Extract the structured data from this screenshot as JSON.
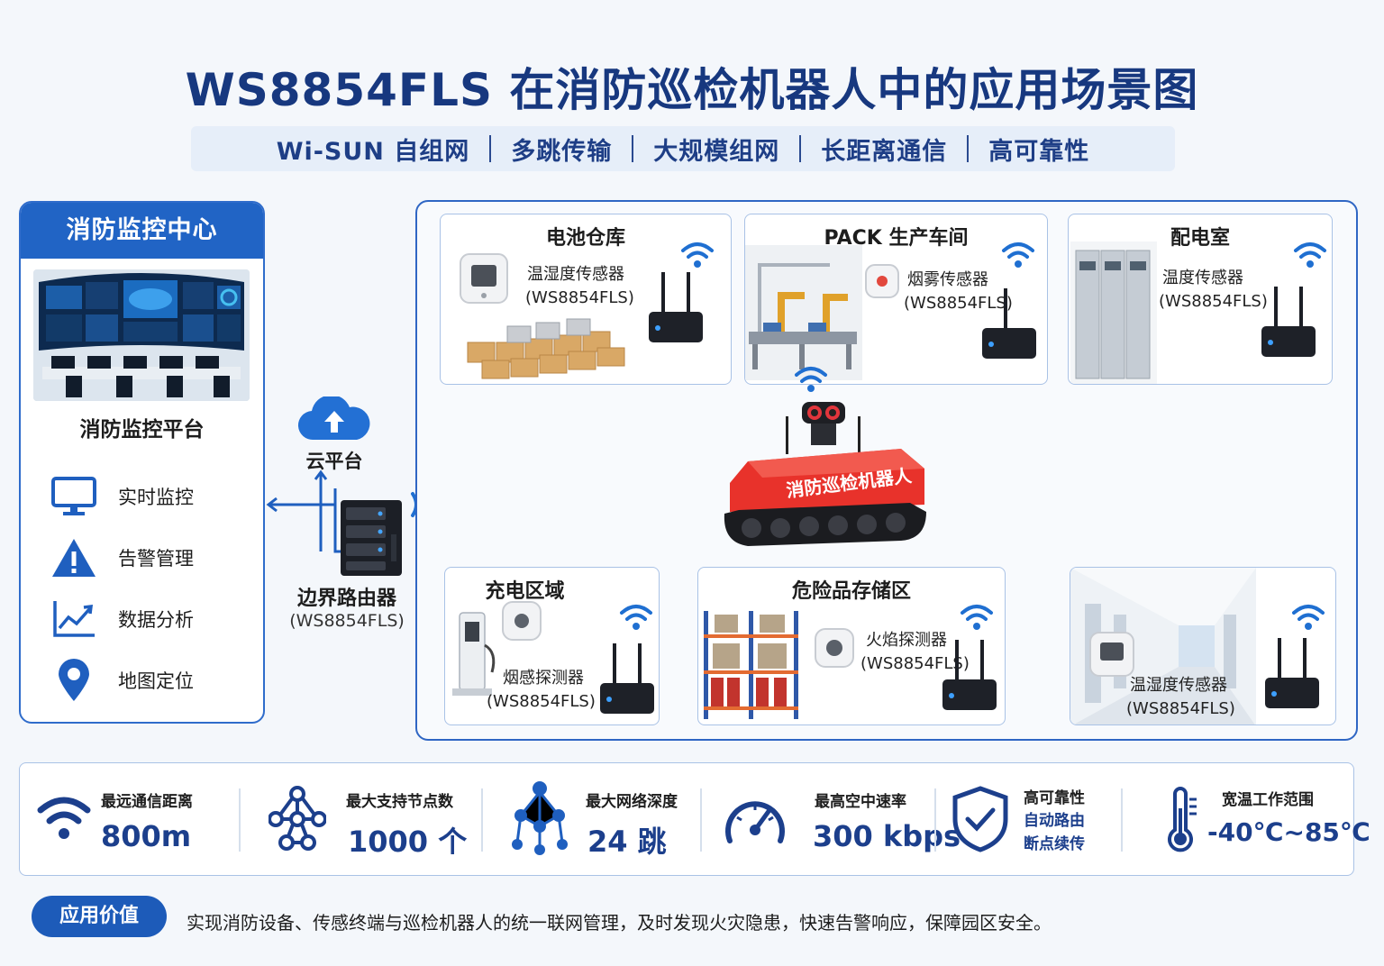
{
  "title": "WS8854FLS 在消防巡检机器人中的应用场景图",
  "subtitle_items": [
    "Wi-SUN 自组网",
    "多跳传输",
    "大规模组网",
    "长距离通信",
    "高可靠性"
  ],
  "left_panel": {
    "header": "消防监控中心",
    "platform_label": "消防监控平台",
    "menu": [
      {
        "label": "实时监控",
        "icon": "monitor-icon"
      },
      {
        "label": "告警管理",
        "icon": "warning-icon"
      },
      {
        "label": "数据分析",
        "icon": "chart-icon"
      },
      {
        "label": "地图定位",
        "icon": "map-pin-icon"
      }
    ]
  },
  "cloud": {
    "label": "云平台"
  },
  "router": {
    "label": "边界路由器",
    "model": "(WS8854FLS)"
  },
  "robot": {
    "label": "消防巡检机器人"
  },
  "zones": {
    "battery": {
      "title": "电池仓库",
      "sensor": "温湿度传感器",
      "model": "(WS8854FLS)"
    },
    "pack": {
      "title": "PACK 生产车间",
      "sensor": "烟雾传感器",
      "model": "(WS8854FLS)"
    },
    "power_room": {
      "title": "配电室",
      "sensor": "温度传感器",
      "model": "(WS8854FLS)"
    },
    "charging": {
      "title": "充电区域",
      "sensor": "烟感探测器",
      "model": "(WS8854FLS)"
    },
    "hazard": {
      "title": "危险品存储区",
      "sensor": "火焰探测器",
      "model": "(WS8854FLS)"
    },
    "office": {
      "title": "办公楼区域",
      "sensor": "温湿度传感器",
      "model": "(WS8854FLS)"
    }
  },
  "specs": [
    {
      "title": "最远通信距离",
      "value": "800m",
      "icon": "wifi-icon"
    },
    {
      "title": "最大支持节点数",
      "value": "1000 个",
      "icon": "network-nodes-icon"
    },
    {
      "title": "最大网络深度",
      "value": "24 跳",
      "icon": "mesh-icon"
    },
    {
      "title": "最高空中速率",
      "value": "300 kbps",
      "icon": "speedometer-icon"
    },
    {
      "title": "高可靠性",
      "sub1": "自动路由",
      "sub2": "断点续传",
      "icon": "shield-check-icon"
    },
    {
      "title": "宽温工作范围",
      "value": "-40℃~85℃",
      "icon": "thermometer-icon"
    }
  ],
  "value_section": {
    "badge": "应用价值",
    "text": "实现消防设备、传感终端与巡检机器人的统一联网管理，及时发现火灾隐患，快速告警响应，保障园区安全。"
  },
  "colors": {
    "title": "#17387f",
    "accent": "#2164c5",
    "link": "#1f6fd1",
    "robot": "#e8322b"
  }
}
